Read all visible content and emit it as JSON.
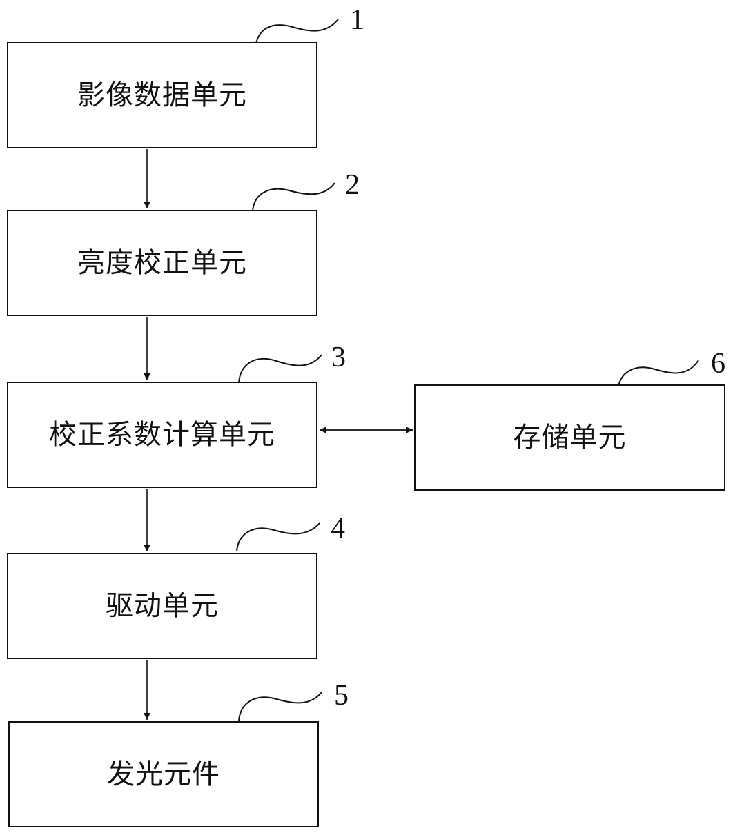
{
  "units": [
    {
      "id": "1",
      "label": "影像数据单元"
    },
    {
      "id": "2",
      "label": "亮度校正单元"
    },
    {
      "id": "3",
      "label": "校正系数计算单元"
    },
    {
      "id": "4",
      "label": "驱动单元"
    },
    {
      "id": "5",
      "label": "发光元件"
    },
    {
      "id": "6",
      "label": "存储单元"
    }
  ],
  "connections": [
    {
      "from": "1",
      "to": "2",
      "direction": "forward"
    },
    {
      "from": "2",
      "to": "3",
      "direction": "forward"
    },
    {
      "from": "3",
      "to": "4",
      "direction": "forward"
    },
    {
      "from": "4",
      "to": "5",
      "direction": "forward"
    },
    {
      "from": "3",
      "to": "6",
      "direction": "bidirectional"
    }
  ]
}
